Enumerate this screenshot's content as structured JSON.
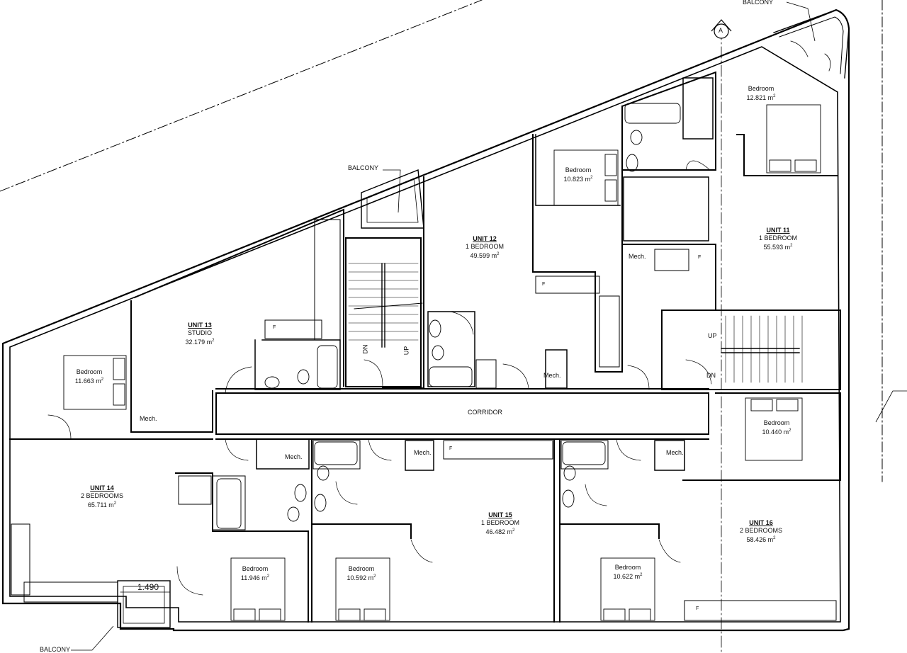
{
  "units": [
    {
      "id": "unit-11",
      "name": "UNIT 11",
      "type": "1 BEDROOM",
      "area": "55.593"
    },
    {
      "id": "unit-12",
      "name": "UNIT 12",
      "type": "1 BEDROOM",
      "area": "49.599"
    },
    {
      "id": "unit-13",
      "name": "UNIT 13",
      "type": "STUDIO",
      "area": "32.179"
    },
    {
      "id": "unit-14",
      "name": "UNIT 14",
      "type": "2 BEDROOMS",
      "area": "65.711"
    },
    {
      "id": "unit-15",
      "name": "UNIT 15",
      "type": "1 BEDROOM",
      "area": "46.482"
    },
    {
      "id": "unit-16",
      "name": "UNIT 16",
      "type": "2 BEDROOMS",
      "area": "58.426"
    }
  ],
  "bedrooms": [
    {
      "label": "Bedroom",
      "area": "12.821"
    },
    {
      "label": "Bedroom",
      "area": "10.823"
    },
    {
      "label": "Bedroom",
      "area": "11.663"
    },
    {
      "label": "Bedroom",
      "area": "10.440"
    },
    {
      "label": "Bedroom",
      "area": "11.946"
    },
    {
      "label": "Bedroom",
      "area": "10.592"
    },
    {
      "label": "Bedroom",
      "area": "10.622"
    }
  ],
  "unit_suffix": "m",
  "unit_power": "2",
  "corridor": "CORRIDOR",
  "balcony": "BALCONY",
  "mech": "Mech.",
  "stairs": {
    "up": "UP",
    "dn": "DN"
  },
  "fridge": "F",
  "dimension": "1.490",
  "section_marker": "A"
}
